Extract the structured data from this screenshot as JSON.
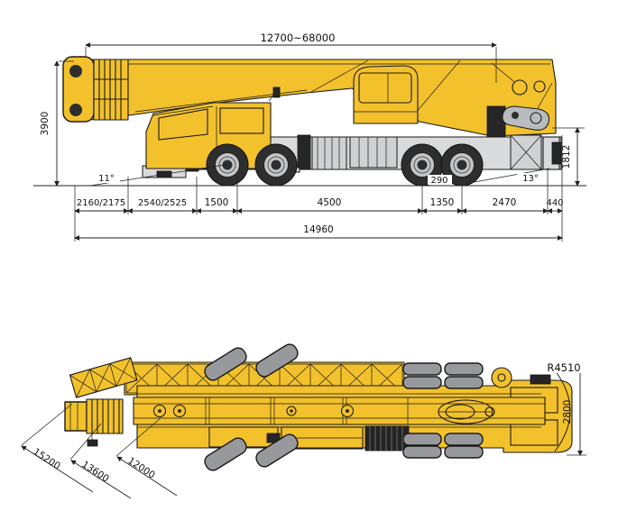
{
  "side_view": {
    "boom_length_range": "12700~68000",
    "overall_height": "3900",
    "rear_height": "1812",
    "approach_angle": "11°",
    "departure_angle": "13°",
    "ground_clearance": "290",
    "segment_dims": [
      "2160/2175",
      "2540/2525",
      "1500",
      "4500",
      "1350",
      "2470",
      "440"
    ],
    "overall_length": "14960"
  },
  "top_view": {
    "overall_width": "2800",
    "tail_swing_radius": "R4510",
    "length_dims": [
      "15200",
      "13600",
      "12000"
    ]
  },
  "colors": {
    "crane_yellow": "#F2C12C",
    "tire_gray": "#97999C",
    "chassis_gray": "#D8DADB",
    "line_black": "#1A1A1A"
  }
}
